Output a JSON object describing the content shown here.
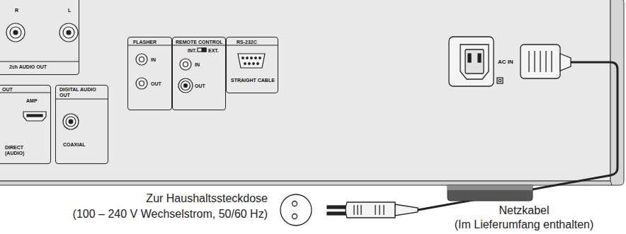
{
  "diagram": {
    "nodes": [
      {
        "text": [
          "R",
          "L",
          "2ch AUDIO OUT"
        ]
      },
      {
        "text": [
          "FLASHER",
          "IN",
          "OUT"
        ]
      },
      {
        "text": [
          "REMOTE CONTROL",
          "INT.",
          "EXT.",
          "IN",
          "OUT"
        ]
      },
      {
        "text": [
          "RS-232C",
          "STRAIGHT CABLE"
        ]
      },
      {
        "text": [
          "OUT",
          "AMP",
          "DIRECT (AUDIO)"
        ]
      },
      {
        "text": [
          "DIGITAL AUDIO OUT",
          "COAXIAL"
        ]
      }
    ],
    "labels": [
      "AC IN",
      "Zur Haushaltssteckdose",
      "(100 – 240 V Wechselstrom, 50/60 Hz)",
      "Netzkabel",
      "(Im Lieferumfang enthalten)"
    ]
  }
}
